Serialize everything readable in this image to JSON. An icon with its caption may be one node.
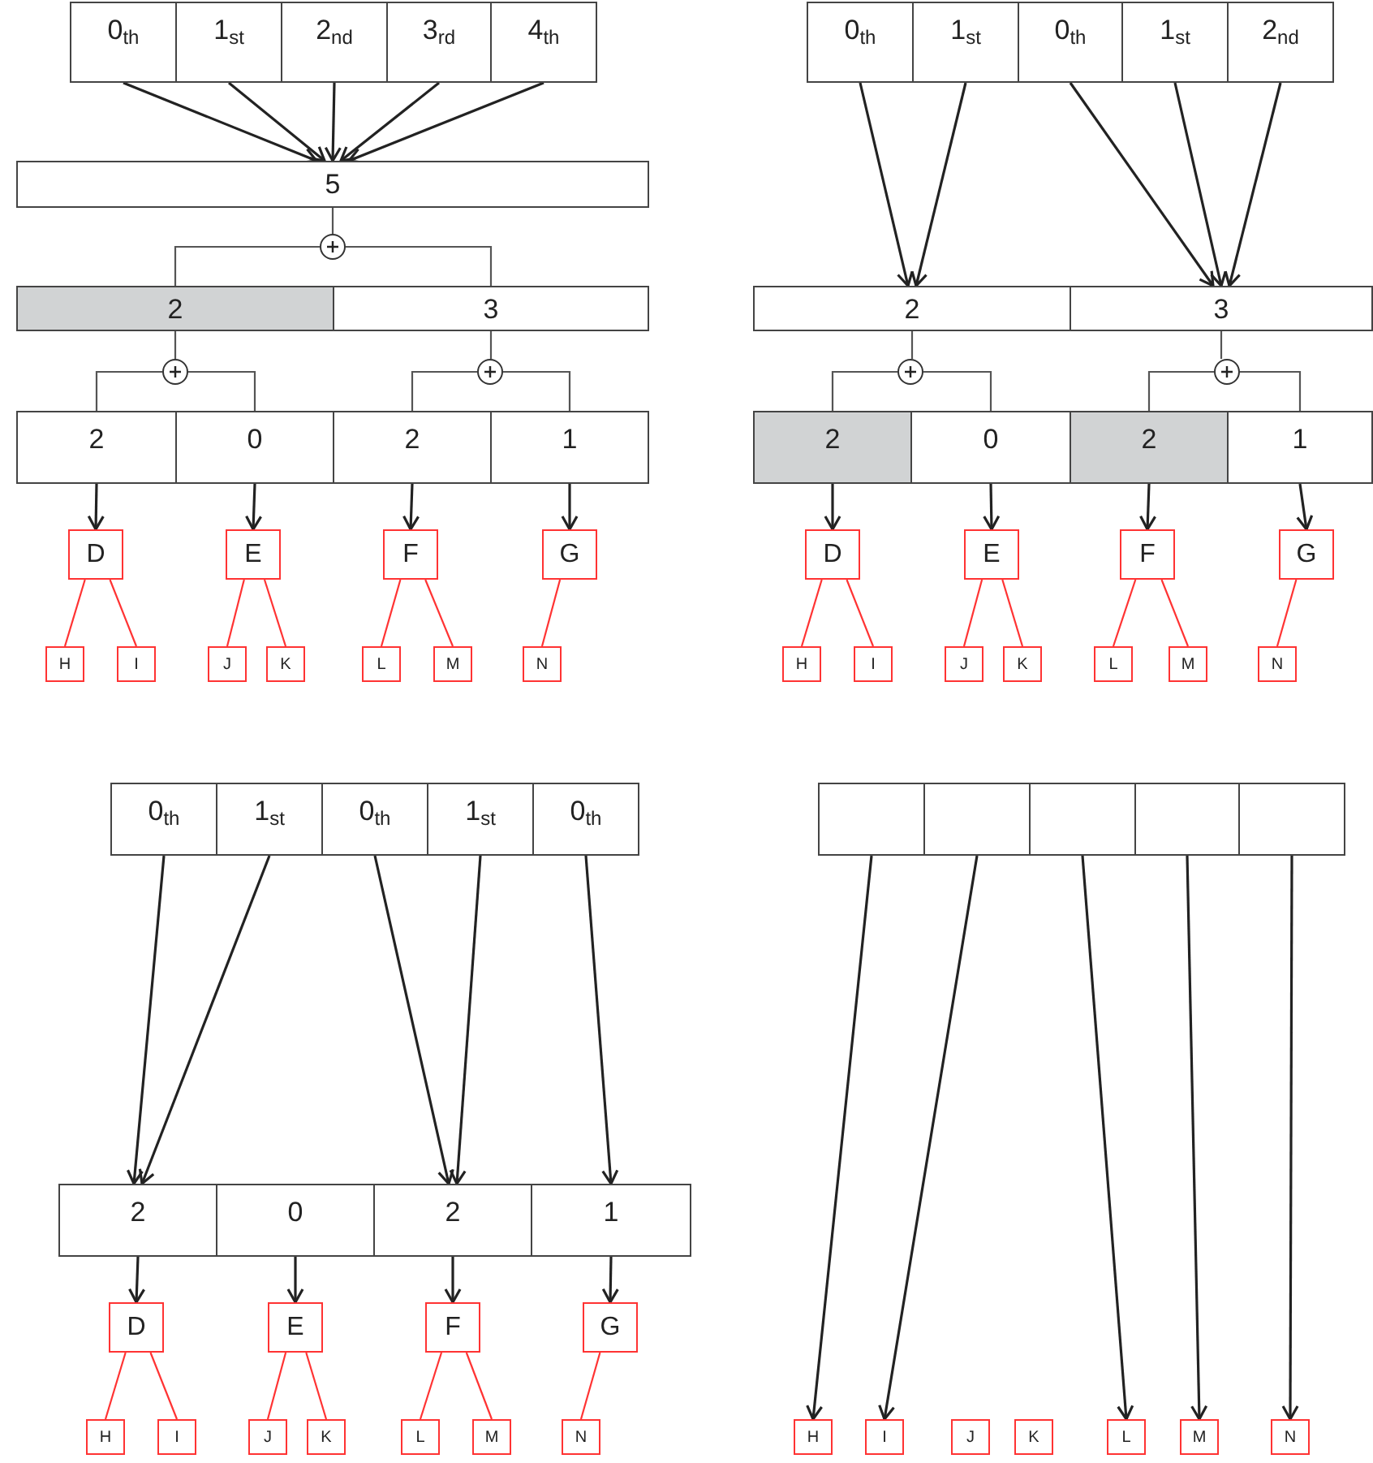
{
  "diagram": {
    "nodes": [
      {
        "text": [
          "0$_{th}$"
        ]
      },
      {
        "text": [
          "1$_{st}$"
        ]
      },
      {
        "text": [
          "2$_{nd}$"
        ]
      },
      {
        "text": [
          "3$_{rd}$"
        ]
      },
      {
        "text": [
          "4$_{th}$"
        ]
      },
      {
        "text": [
          "5"
        ]
      },
      {
        "text": [],
        "shape": "circle"
      },
      {
        "text": [
          "2"
        ]
      },
      {
        "text": [
          "3"
        ]
      },
      {
        "text": [],
        "shape": "circle"
      },
      {
        "text": [],
        "shape": "circle"
      },
      {
        "text": [
          "2"
        ]
      },
      {
        "text": [
          "0"
        ]
      },
      {
        "text": [
          "2"
        ]
      },
      {
        "text": [
          "1"
        ]
      },
      {
        "text": [
          "D"
        ]
      },
      {
        "text": [
          "E"
        ]
      },
      {
        "text": [
          "F"
        ]
      },
      {
        "text": [
          "G"
        ]
      },
      {
        "text": [
          "H"
        ]
      },
      {
        "text": [
          "I"
        ]
      },
      {
        "text": [
          "J"
        ]
      },
      {
        "text": [
          "K"
        ]
      },
      {
        "text": [
          "L"
        ]
      },
      {
        "text": [
          "M"
        ]
      },
      {
        "text": [
          "N"
        ]
      },
      {
        "text": [
          "0$_{th}$"
        ]
      },
      {
        "text": [
          "1$_{st}$"
        ]
      },
      {
        "text": [
          "0$_{th}$"
        ]
      },
      {
        "text": [
          "1$_{st}$"
        ]
      },
      {
        "text": [
          "2$_{nd}$"
        ]
      },
      {
        "text": [
          "2"
        ]
      },
      {
        "text": [
          "3"
        ]
      },
      {
        "text": [],
        "shape": "circle"
      },
      {
        "text": [],
        "shape": "circle"
      },
      {
        "text": [
          "2"
        ]
      },
      {
        "text": [
          "0"
        ]
      },
      {
        "text": [
          "2"
        ]
      },
      {
        "text": [
          "1"
        ]
      },
      {
        "text": [
          "D"
        ]
      },
      {
        "text": [
          "E"
        ]
      },
      {
        "text": [
          "F"
        ]
      },
      {
        "text": [
          "G"
        ]
      },
      {
        "text": [
          "H"
        ]
      },
      {
        "text": [
          "I"
        ]
      },
      {
        "text": [
          "J"
        ]
      },
      {
        "text": [
          "K"
        ]
      },
      {
        "text": [
          "L"
        ]
      },
      {
        "text": [
          "M"
        ]
      },
      {
        "text": [
          "N"
        ]
      },
      {
        "text": [
          "0$_{th}$"
        ]
      },
      {
        "text": [
          "1$_{st}$"
        ]
      },
      {
        "text": [
          "0$_{th}$"
        ]
      },
      {
        "text": [
          "1$_{st}$"
        ]
      },
      {
        "text": [
          "0$_{th}$"
        ]
      },
      {
        "text": [
          "2"
        ]
      },
      {
        "text": [
          "0"
        ]
      },
      {
        "text": [
          "2"
        ]
      },
      {
        "text": [
          "1"
        ]
      },
      {
        "text": [
          "D"
        ]
      },
      {
        "text": [
          "E"
        ]
      },
      {
        "text": [
          "F"
        ]
      },
      {
        "text": [
          "G"
        ]
      },
      {
        "text": [
          "H"
        ]
      },
      {
        "text": [
          "I"
        ]
      },
      {
        "text": [
          "J"
        ]
      },
      {
        "text": [
          "K"
        ]
      },
      {
        "text": [
          "L"
        ]
      },
      {
        "text": [
          "M"
        ]
      },
      {
        "text": [
          "N"
        ]
      },
      {
        "text": [],
        "shape": "box"
      },
      {
        "text": [],
        "shape": "box"
      },
      {
        "text": [],
        "shape": "box"
      },
      {
        "text": [],
        "shape": "box"
      },
      {
        "text": [],
        "shape": "box"
      },
      {
        "text": [
          "H"
        ]
      },
      {
        "text": [
          "I"
        ]
      },
      {
        "text": [
          "J"
        ]
      },
      {
        "text": [
          "K"
        ]
      },
      {
        "text": [
          "L"
        ]
      },
      {
        "text": [
          "M"
        ]
      },
      {
        "text": [
          "N"
        ]
      }
    ],
    "edges": [
      {
        "from": 0,
        "to": 5,
        "arrow": "to"
      },
      {
        "from": 1,
        "to": 5,
        "arrow": "to"
      },
      {
        "from": 2,
        "to": 5,
        "arrow": "to"
      },
      {
        "from": 3,
        "to": 5,
        "arrow": "to"
      },
      {
        "from": 4,
        "to": 5,
        "arrow": "to"
      },
      {
        "from": 5,
        "to": 6,
        "arrow": "none",
        "color": "#555555"
      },
      {
        "from": 6,
        "to": 7,
        "arrow": "none",
        "color": "#555555"
      },
      {
        "from": 6,
        "to": 8,
        "arrow": "none",
        "color": "#555555"
      },
      {
        "from": 7,
        "to": 9,
        "arrow": "none",
        "color": "#555555"
      },
      {
        "from": 9,
        "to": 11,
        "arrow": "none",
        "color": "#555555"
      },
      {
        "from": 9,
        "to": 12,
        "arrow": "none",
        "color": "#555555"
      },
      {
        "from": 8,
        "to": 10,
        "arrow": "none",
        "color": "#555555"
      },
      {
        "from": 10,
        "to": 13,
        "arrow": "none",
        "color": "#555555"
      },
      {
        "from": 10,
        "to": 14,
        "arrow": "none",
        "color": "#555555"
      },
      {
        "from": 11,
        "to": 15,
        "arrow": "to"
      },
      {
        "from": 12,
        "to": 16,
        "arrow": "to"
      },
      {
        "from": 13,
        "to": 17,
        "arrow": "to"
      },
      {
        "from": 14,
        "to": 18,
        "arrow": "to"
      },
      {
        "from": 15,
        "to": 19,
        "arrow": "none",
        "color": "#ff3333"
      },
      {
        "from": 15,
        "to": 20,
        "arrow": "none",
        "color": "#ff3333"
      },
      {
        "from": 16,
        "to": 21,
        "arrow": "none",
        "color": "#ff3333"
      },
      {
        "from": 16,
        "to": 22,
        "arrow": "none",
        "color": "#ff3333"
      },
      {
        "from": 17,
        "to": 23,
        "arrow": "none",
        "color": "#ff3333"
      },
      {
        "from": 17,
        "to": 24,
        "arrow": "none",
        "color": "#ff3333"
      },
      {
        "from": 18,
        "to": 25,
        "arrow": "none",
        "color": "#ff3333"
      },
      {
        "from": 26,
        "to": 31,
        "arrow": "to"
      },
      {
        "from": 27,
        "to": 31,
        "arrow": "to"
      },
      {
        "from": 28,
        "to": 32,
        "arrow": "to"
      },
      {
        "from": 29,
        "to": 32,
        "arrow": "to"
      },
      {
        "from": 30,
        "to": 32,
        "arrow": "to"
      },
      {
        "from": 31,
        "to": 33,
        "arrow": "none",
        "color": "#555555"
      },
      {
        "from": 33,
        "to": 35,
        "arrow": "none",
        "color": "#555555"
      },
      {
        "from": 33,
        "to": 36,
        "arrow": "none",
        "color": "#555555"
      },
      {
        "from": 32,
        "to": 34,
        "arrow": "none",
        "color": "#555555"
      },
      {
        "from": 34,
        "to": 37,
        "arrow": "none",
        "color": "#555555"
      },
      {
        "from": 34,
        "to": 38,
        "arrow": "none",
        "color": "#555555"
      },
      {
        "from": 35,
        "to": 39,
        "arrow": "to"
      },
      {
        "from": 36,
        "to": 40,
        "arrow": "to"
      },
      {
        "from": 37,
        "to": 41,
        "arrow": "to"
      },
      {
        "from": 38,
        "to": 42,
        "arrow": "to"
      },
      {
        "from": 39,
        "to": 43,
        "arrow": "none",
        "color": "#ff3333"
      },
      {
        "from": 39,
        "to": 44,
        "arrow": "none",
        "color": "#ff3333"
      },
      {
        "from": 40,
        "to": 45,
        "arrow": "none",
        "color": "#ff3333"
      },
      {
        "from": 40,
        "to": 46,
        "arrow": "none",
        "color": "#ff3333"
      },
      {
        "from": 41,
        "to": 47,
        "arrow": "none",
        "color": "#ff3333"
      },
      {
        "from": 41,
        "to": 48,
        "arrow": "none",
        "color": "#ff3333"
      },
      {
        "from": 42,
        "to": 49,
        "arrow": "none",
        "color": "#ff3333"
      },
      {
        "from": 50,
        "to": 55,
        "arrow": "to"
      },
      {
        "from": 51,
        "to": 55,
        "arrow": "to"
      },
      {
        "from": 52,
        "to": 57,
        "arrow": "to"
      },
      {
        "from": 53,
        "to": 57,
        "arrow": "to"
      },
      {
        "from": 54,
        "to": 58,
        "arrow": "to"
      },
      {
        "from": 55,
        "to": 59,
        "arrow": "to"
      },
      {
        "from": 56,
        "to": 60,
        "arrow": "to"
      },
      {
        "from": 57,
        "to": 61,
        "arrow": "to"
      },
      {
        "from": 58,
        "to": 62,
        "arrow": "to"
      },
      {
        "from": 59,
        "to": 63,
        "arrow": "none",
        "color": "#ff3333"
      },
      {
        "from": 59,
        "to": 64,
        "arrow": "none",
        "color": "#ff3333"
      },
      {
        "from": 60,
        "to": 65,
        "arrow": "none",
        "color": "#ff3333"
      },
      {
        "from": 60,
        "to": 66,
        "arrow": "none",
        "color": "#ff3333"
      },
      {
        "from": 61,
        "to": 67,
        "arrow": "none",
        "color": "#ff3333"
      },
      {
        "from": 61,
        "to": 68,
        "arrow": "none",
        "color": "#ff3333"
      },
      {
        "from": 62,
        "to": 69,
        "arrow": "none",
        "color": "#ff3333"
      },
      {
        "from": 70,
        "to": 75,
        "arrow": "to"
      },
      {
        "from": 71,
        "to": 76,
        "arrow": "to"
      },
      {
        "from": 72,
        "to": 79,
        "arrow": "to"
      },
      {
        "from": 73,
        "to": 80,
        "arrow": "to"
      },
      {
        "from": 74,
        "to": 81,
        "arrow": "to"
      }
    ]
  }
}
